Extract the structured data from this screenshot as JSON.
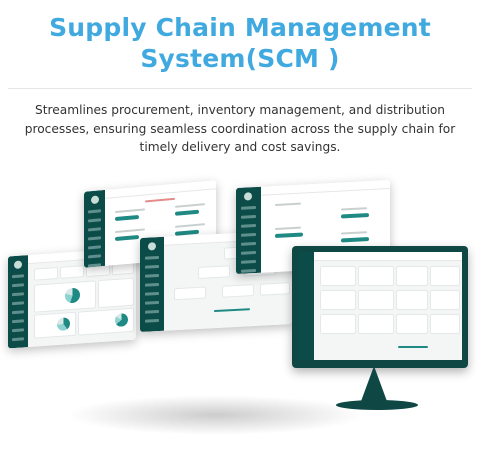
{
  "header": {
    "title_line1": "Supply Chain Management",
    "title_line2": "System(SCM )",
    "description": "Streamlines procurement, inventory management, and distribution processes, ensuring seamless coordination across the supply chain for timely delivery and cost savings."
  },
  "colors": {
    "title": "#3fa9e0",
    "sidebar": "#0b4b48",
    "accent": "#1f8a84",
    "monitor": "#0e4744"
  }
}
